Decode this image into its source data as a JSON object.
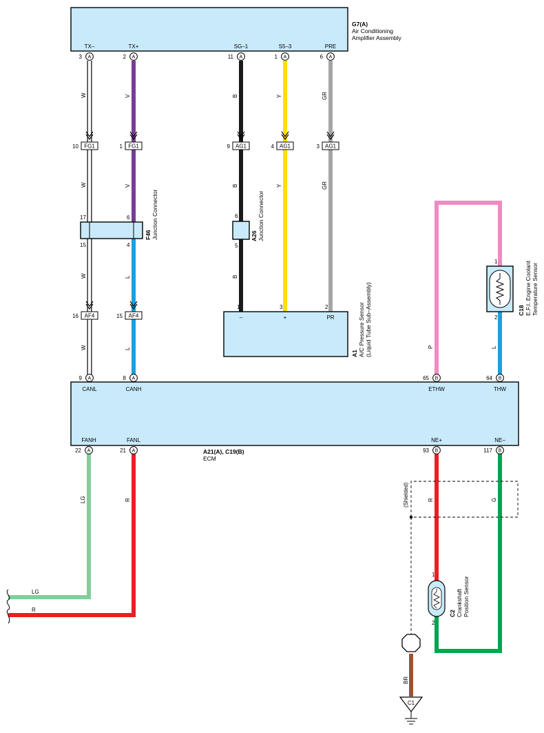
{
  "colors": {
    "W": "#ffffff",
    "V": "#7b3b97",
    "L": "#1ba0e0",
    "B": "#1a1a1a",
    "Y": "#ffe000",
    "GR": "#a5a5a5",
    "P": "#f08ac0",
    "LG": "#82ce9a",
    "R": "#e81f25",
    "G": "#00a550",
    "BR": "#a0522d",
    "box_fill": "#c8eafb"
  },
  "amplifier": {
    "code": "G7(A)",
    "name_line1": "Air Conditioning",
    "name_line2": "Amplifier Assembly",
    "pins": [
      {
        "label": "TX–",
        "num": "3",
        "letter": "A"
      },
      {
        "label": "TX+",
        "num": "2",
        "letter": "A"
      },
      {
        "label": "SG–1",
        "num": "11",
        "letter": "A"
      },
      {
        "label": "S5–3",
        "num": "1",
        "letter": "A"
      },
      {
        "label": "PRE",
        "num": "6",
        "letter": "A"
      }
    ]
  },
  "upper_connectors": [
    {
      "num": "10",
      "name": "FG1"
    },
    {
      "num": "1",
      "name": "FG1"
    },
    {
      "num": "9",
      "name": "AG1"
    },
    {
      "num": "4",
      "name": "AG1"
    },
    {
      "num": "3",
      "name": "AG1"
    }
  ],
  "lower_connectors": [
    {
      "num": "16",
      "name": "AF4"
    },
    {
      "num": "15",
      "name": "AF4"
    }
  ],
  "wire_labels": {
    "w1": "W",
    "w2": "V",
    "w3": "B",
    "w4": "Y",
    "w5": "GR",
    "w6": "W",
    "w7": "V",
    "w8": "B",
    "w9": "Y",
    "w10": "GR",
    "w11": "W",
    "w12": "L",
    "w13": "B",
    "w14": "W",
    "w15": "L",
    "w16": "P",
    "w17": "L",
    "w18": "LG",
    "w19": "R",
    "w20": "R",
    "w21": "G",
    "w22": "LG",
    "w23": "R",
    "w24": "BR"
  },
  "f46": {
    "code": "F46",
    "name": "Junction Connector",
    "pins": {
      "top_left": "17",
      "top_right": "6",
      "bottom_left": "15",
      "bottom_right": "4"
    }
  },
  "a26": {
    "code": "A26",
    "name": "Junction Connector",
    "pins": {
      "top": "6",
      "bottom": "5"
    }
  },
  "a1": {
    "code": "A1",
    "name_line1": "A/C Pressure Sensor",
    "name_line2": "(Liquid Tube Sub–Assembly)",
    "pins": [
      {
        "num": "1",
        "label": "–"
      },
      {
        "num": "3",
        "label": "+"
      },
      {
        "num": "2",
        "label": "PR"
      }
    ]
  },
  "c18": {
    "code": "C18",
    "name_line1": "E.F.I. Engine Coolant",
    "name_line2": "Temperature Sensor",
    "pins": {
      "top": "1",
      "bottom": "2"
    }
  },
  "ecm": {
    "code": "A21(A), C19(B)",
    "name": "ECM",
    "top_pins": [
      {
        "label": "CANL",
        "num": "9",
        "letter": "A"
      },
      {
        "label": "CANH",
        "num": "8",
        "letter": "A"
      },
      {
        "label": "ETHW",
        "num": "65",
        "letter": "B"
      },
      {
        "label": "THW",
        "num": "64",
        "letter": "B"
      }
    ],
    "bottom_pins": [
      {
        "label": "FANH",
        "num": "22",
        "letter": "A"
      },
      {
        "label": "FANL",
        "num": "21",
        "letter": "A"
      },
      {
        "label": "NE+",
        "num": "93",
        "letter": "B"
      },
      {
        "label": "NE–",
        "num": "117",
        "letter": "B"
      }
    ]
  },
  "shielded": "(Shielded)",
  "c2": {
    "code": "C2",
    "name_line1": "Crankshaft",
    "name_line2": "Position Sensor",
    "pins": {
      "top": "1",
      "bottom": "2"
    }
  },
  "ground": {
    "code": "C1"
  }
}
